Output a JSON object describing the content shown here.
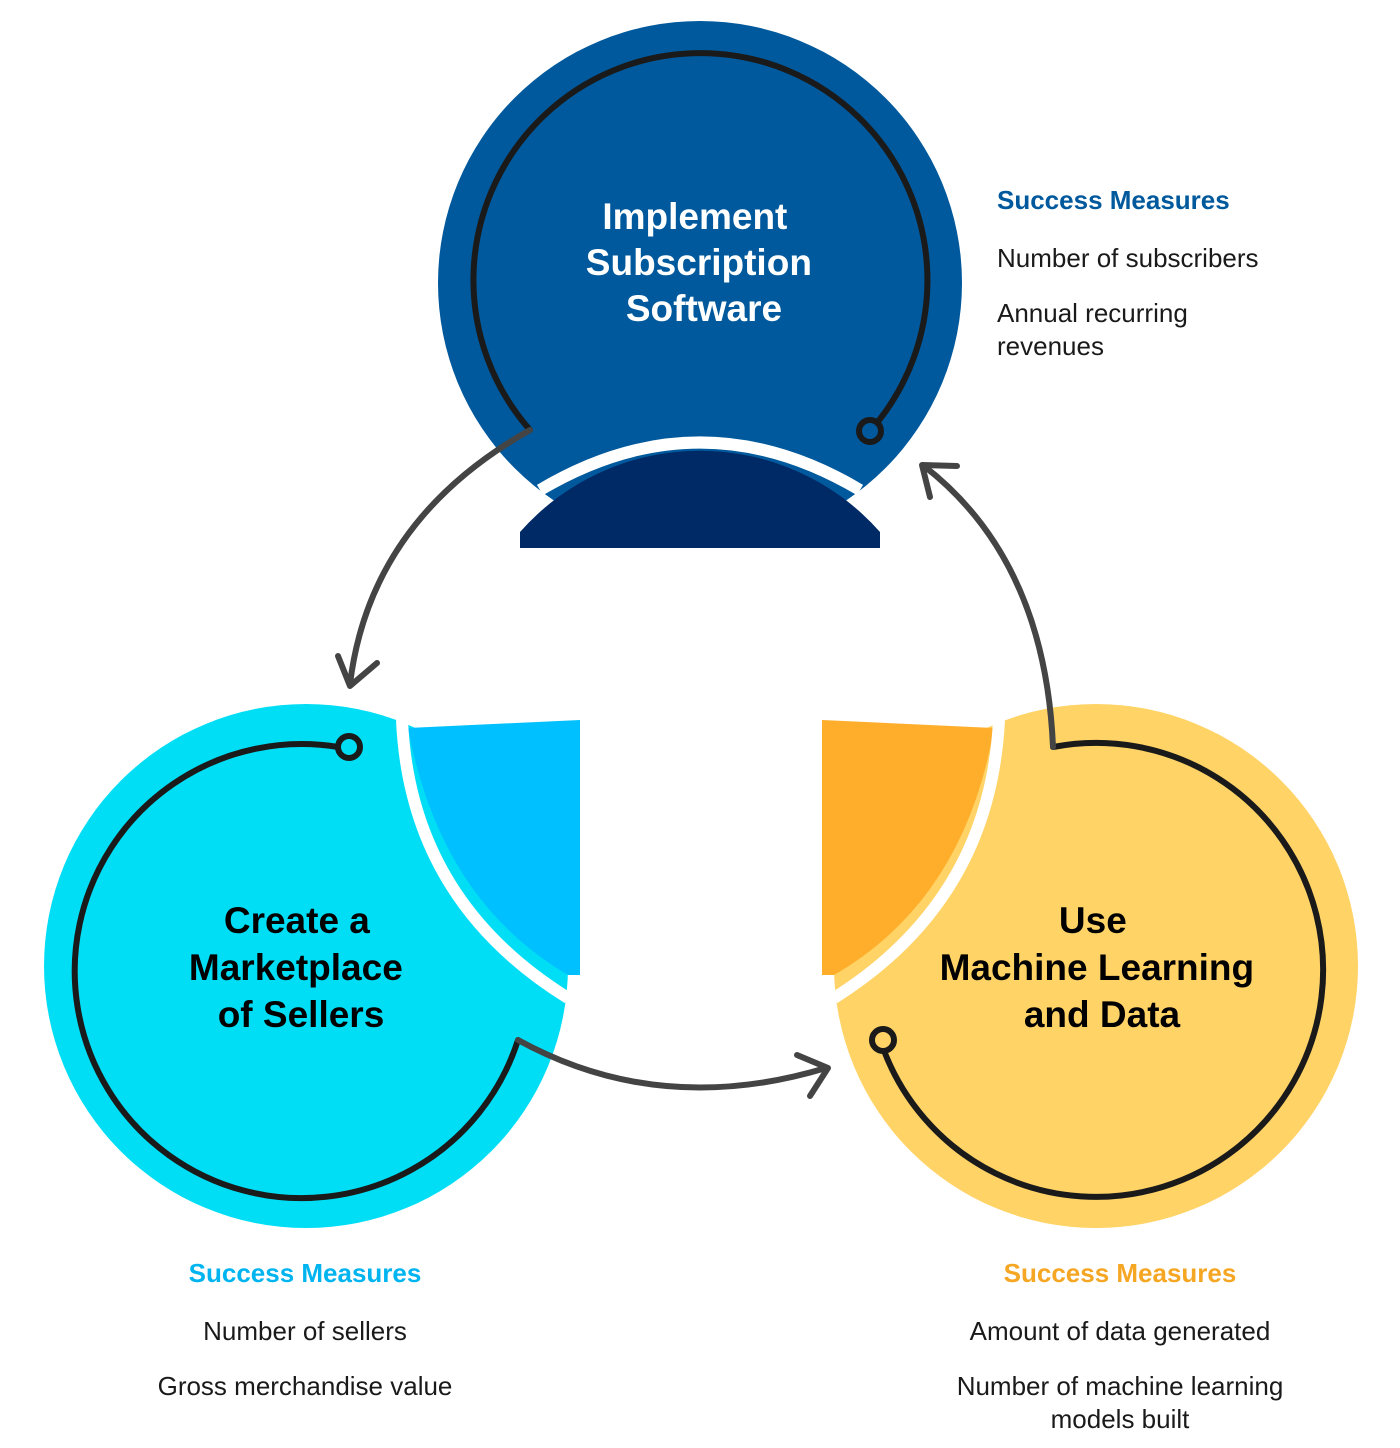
{
  "colors": {
    "top_circle": "#00599c",
    "top_band": "#002a66",
    "left_circle": "#00def5",
    "left_band": "#00c0ff",
    "right_circle": "#ffd366",
    "right_band": "#ffae2b",
    "ring_stroke": "#1a1a1a",
    "arrow_stroke": "#444444",
    "heading_top": "#00599c",
    "heading_left": "#00b4f0",
    "heading_right": "#f5a623"
  },
  "nodes": {
    "top": {
      "title_lines": [
        "Implement",
        "Subscription",
        "Software"
      ],
      "heading": "Success Measures",
      "measures": [
        "Number of subscribers",
        "Annual recurring revenues"
      ]
    },
    "left": {
      "title_lines": [
        "Create a",
        "Marketplace",
        "of Sellers"
      ],
      "heading": "Success Measures",
      "measures": [
        "Number of sellers",
        "Gross merchandise value"
      ]
    },
    "right": {
      "title_lines": [
        "Use",
        "Machine Learning",
        "and Data"
      ],
      "heading": "Success Measures",
      "measures": [
        "Amount of data generated",
        "Number of machine learning models built"
      ]
    }
  }
}
